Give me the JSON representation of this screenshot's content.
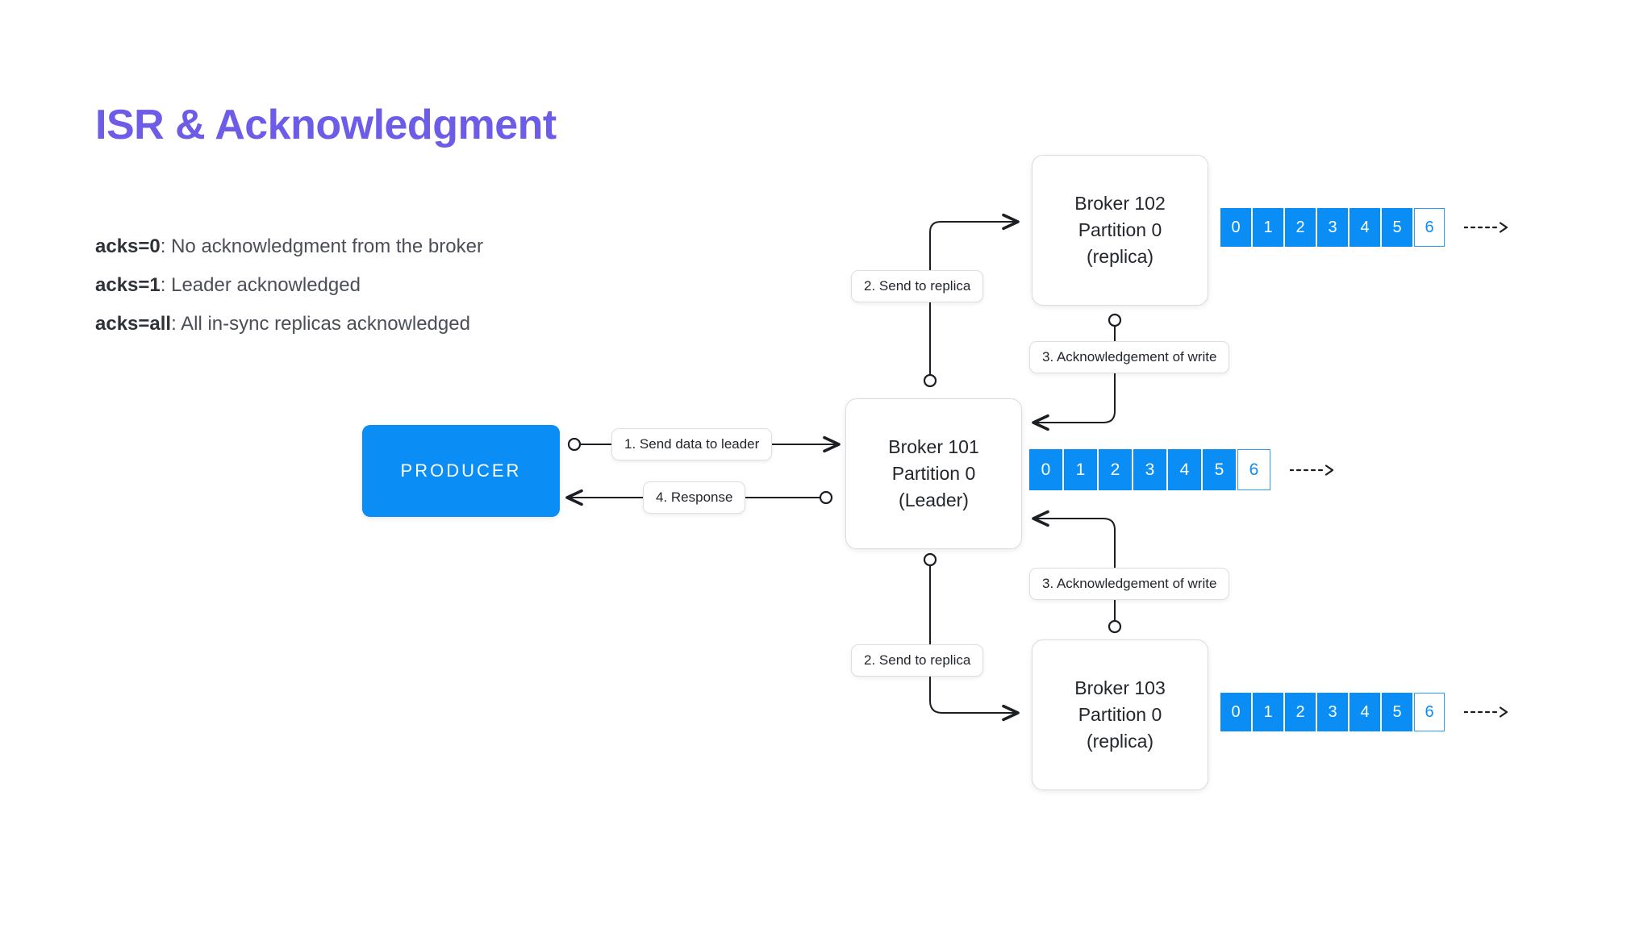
{
  "page": {
    "title": "ISR & Acknowledgment",
    "title_color": "#6C5CE8",
    "accent_blue": "#0A8EF5"
  },
  "acks": [
    {
      "term": "acks=0",
      "description": ": No acknowledgment from the broker"
    },
    {
      "term": "acks=1",
      "description": ": Leader acknowledged"
    },
    {
      "term": "acks=all",
      "description": ": All in-sync replicas acknowledged"
    }
  ],
  "producer": {
    "label": "PRODUCER"
  },
  "brokers": {
    "leader": {
      "name": "Broker 101",
      "partition": "Partition 0",
      "role": "(Leader)"
    },
    "replica_top": {
      "name": "Broker 102",
      "partition": "Partition 0",
      "role": "(replica)"
    },
    "replica_bottom": {
      "name": "Broker 103",
      "partition": "Partition 0",
      "role": "(replica)"
    }
  },
  "partition_cells": {
    "filled": [
      "0",
      "1",
      "2",
      "3",
      "4",
      "5"
    ],
    "next_offset": "6"
  },
  "connectors": {
    "send_data": "1. Send data to leader",
    "send_replica_top": "2. Send to replica",
    "send_replica_bottom": "2. Send to replica",
    "ack_top": "3. Acknowledgement of write",
    "ack_bottom": "3. Acknowledgement of write",
    "response": "4. Response"
  },
  "icons": {
    "endpoint": "circle-endpoint-icon",
    "arrowhead": "arrowhead-icon",
    "dashed": "dashed-arrow-icon"
  }
}
